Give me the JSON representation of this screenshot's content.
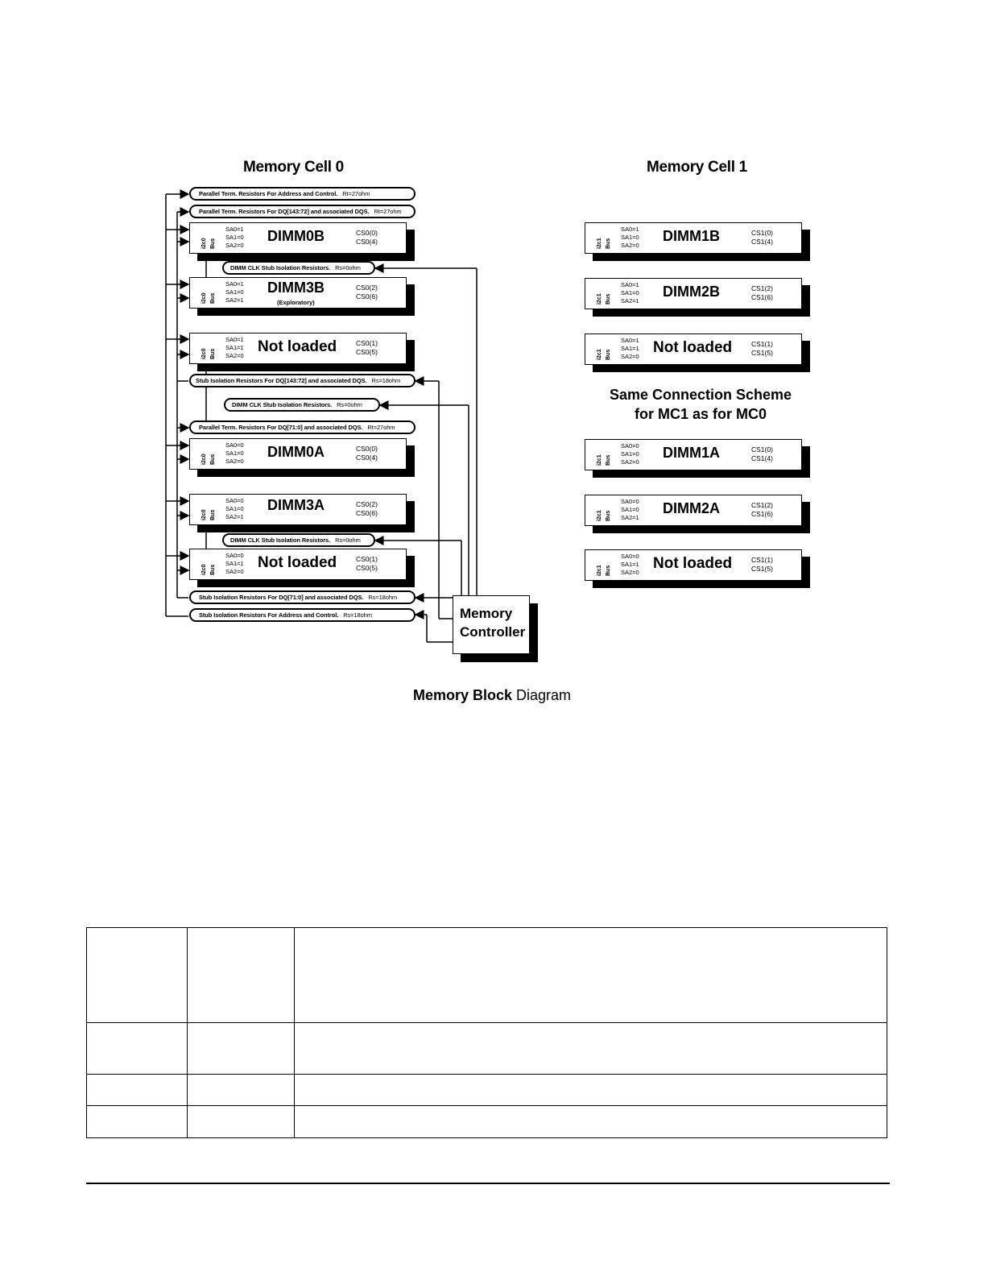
{
  "cell0_title": "Memory Cell 0",
  "cell1_title": "Memory Cell 1",
  "cell0_bars": [
    {
      "label": "Parallel Term. Resistors For Address and Control.",
      "value": "Rt=27ohm"
    },
    {
      "label": "Parallel Term. Resistors For DQ[143:72] and associated DQS.",
      "value": "Rt=27ohm"
    },
    {
      "label": "DIMM CLK Stub Isolation Resistors.",
      "value": "Rs=0ohm"
    },
    {
      "label": "Stub Isolation Resistors For DQ[143:72] and associated DQS.",
      "value": "Rs=18ohm"
    },
    {
      "label": "DIMM CLK Stub Isolation Resistors.",
      "value": "Rs=0ohm"
    },
    {
      "label": "Parallel Term. Resistors For DQ[71:0] and associated DQS.",
      "value": "Rt=27ohm"
    },
    {
      "label": "DIMM CLK Stub Isolation Resistors.",
      "value": "Rs=0ohm"
    },
    {
      "label": "Stub Isolation Resistors For DQ[71:0] and associated DQS.",
      "value": "Rs=18ohm"
    },
    {
      "label": "Stub Isolation Resistors For Address and Control.",
      "value": "Rs=18ohm"
    }
  ],
  "cell0_dimms": [
    {
      "bus": "i2c0",
      "bus_word": "Bus",
      "sa": "SA0=1\nSA1=0\nSA2=0",
      "name": "DIMM0B",
      "sub": "",
      "cs": "CS0(0)\nCS0(4)"
    },
    {
      "bus": "i2c0",
      "bus_word": "Bus",
      "sa": "SA0=1\nSA1=0\nSA2=1",
      "name": "DIMM3B",
      "sub": "(Exploratory)",
      "cs": "CS0(2)\nCS0(6)"
    },
    {
      "bus": "i2c0",
      "bus_word": "Bus",
      "sa": "SA0=1\nSA1=1\nSA2=0",
      "name": "Not loaded",
      "sub": "",
      "cs": "CS0(1)\nCS0(5)"
    },
    {
      "bus": "i2c0",
      "bus_word": "Bus",
      "sa": "SA0=0\nSA1=0\nSA2=0",
      "name": "DIMM0A",
      "sub": "",
      "cs": "CS0(0)\nCS0(4)"
    },
    {
      "bus": "i2c0",
      "bus_word": "Bus",
      "sa": "SA0=0\nSA1=0\nSA2=1",
      "name": "DIMM3A",
      "sub": "",
      "cs": "CS0(2)\nCS0(6)"
    },
    {
      "bus": "i2c0",
      "bus_word": "Bus",
      "sa": "SA0=0\nSA1=1\nSA2=0",
      "name": "Not loaded",
      "sub": "",
      "cs": "CS0(1)\nCS0(5)"
    }
  ],
  "cell1_dimms": [
    {
      "bus": "i2c1",
      "bus_word": "Bus",
      "sa": "SA0=1\nSA1=0\nSA2=0",
      "name": "DIMM1B",
      "cs": "CS1(0)\nCS1(4)"
    },
    {
      "bus": "i2c1",
      "bus_word": "Bus",
      "sa": "SA0=1\nSA1=0\nSA2=1",
      "name": "DIMM2B",
      "cs": "CS1(2)\nCS1(6)"
    },
    {
      "bus": "i2c1",
      "bus_word": "Bus",
      "sa": "SA0=1\nSA1=1\nSA2=0",
      "name": "Not loaded",
      "cs": "CS1(1)\nCS1(5)"
    },
    {
      "bus": "i2c1",
      "bus_word": "Bus",
      "sa": "SA0=0\nSA1=0\nSA2=0",
      "name": "DIMM1A",
      "cs": "CS1(0)\nCS1(4)"
    },
    {
      "bus": "i2c1",
      "bus_word": "Bus",
      "sa": "SA0=0\nSA1=0\nSA2=1",
      "name": "DIMM2A",
      "cs": "CS1(2)\nCS1(6)"
    },
    {
      "bus": "i2c1",
      "bus_word": "Bus",
      "sa": "SA0=0\nSA1=1\nSA2=0",
      "name": "Not loaded",
      "cs": "CS1(1)\nCS1(5)"
    }
  ],
  "scheme_line1": "Same Connection Scheme",
  "scheme_line2": "for MC1 as for MC0",
  "controller_line1": "Memory",
  "controller_line2": "Controller",
  "caption_bold": "Memory Block",
  "caption_normal": "Diagram"
}
